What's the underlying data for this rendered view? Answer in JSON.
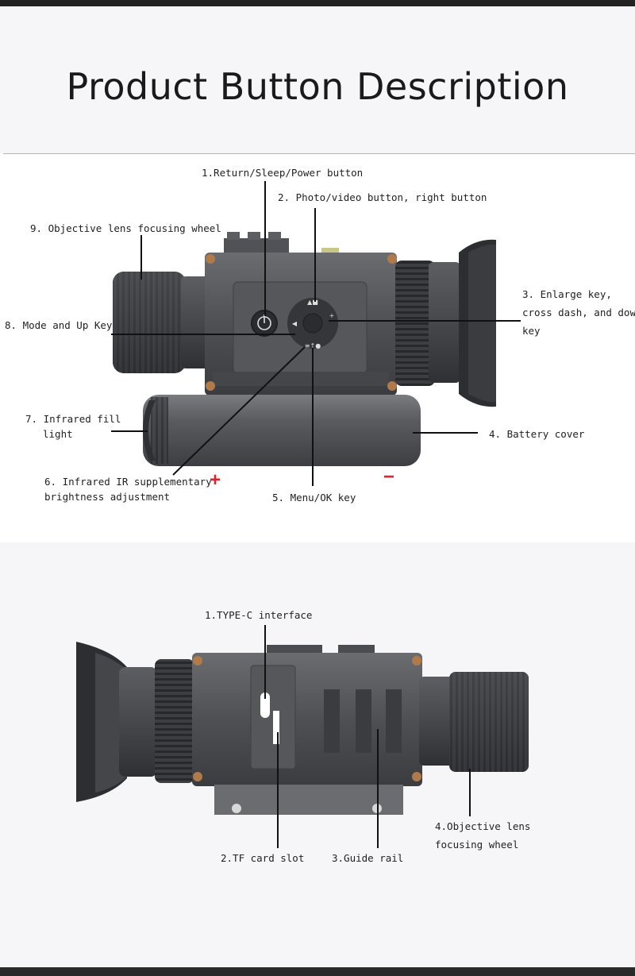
{
  "title": "Product Button Description",
  "colors": {
    "plus_minus": "#d8262c",
    "body": "#4a4c50",
    "dark": "#2e3034"
  },
  "diagram1": {
    "labels": {
      "l1": "1.Return/Sleep/Power button",
      "l2": "2. Photo/video button, right button",
      "l3a": "3. Enlarge key,",
      "l3b": "cross dash, and down",
      "l3c": "key",
      "l4": "4. Battery cover",
      "l5": "5. Menu/OK key",
      "l6a": "6. Infrared IR supplementary",
      "l6b": "brightness adjustment",
      "l7a": "7. Infrared fill",
      "l7b": "light",
      "l8": "8. Mode and Up Key",
      "l9": "9. Objective lens focusing wheel"
    },
    "plus": "+",
    "minus": "−"
  },
  "diagram2": {
    "labels": {
      "l1": "1.TYPE-C interface",
      "l2": "2.TF card slot",
      "l3": "3.Guide rail",
      "l4a": "4.Objective lens",
      "l4b": "focusing wheel"
    }
  }
}
